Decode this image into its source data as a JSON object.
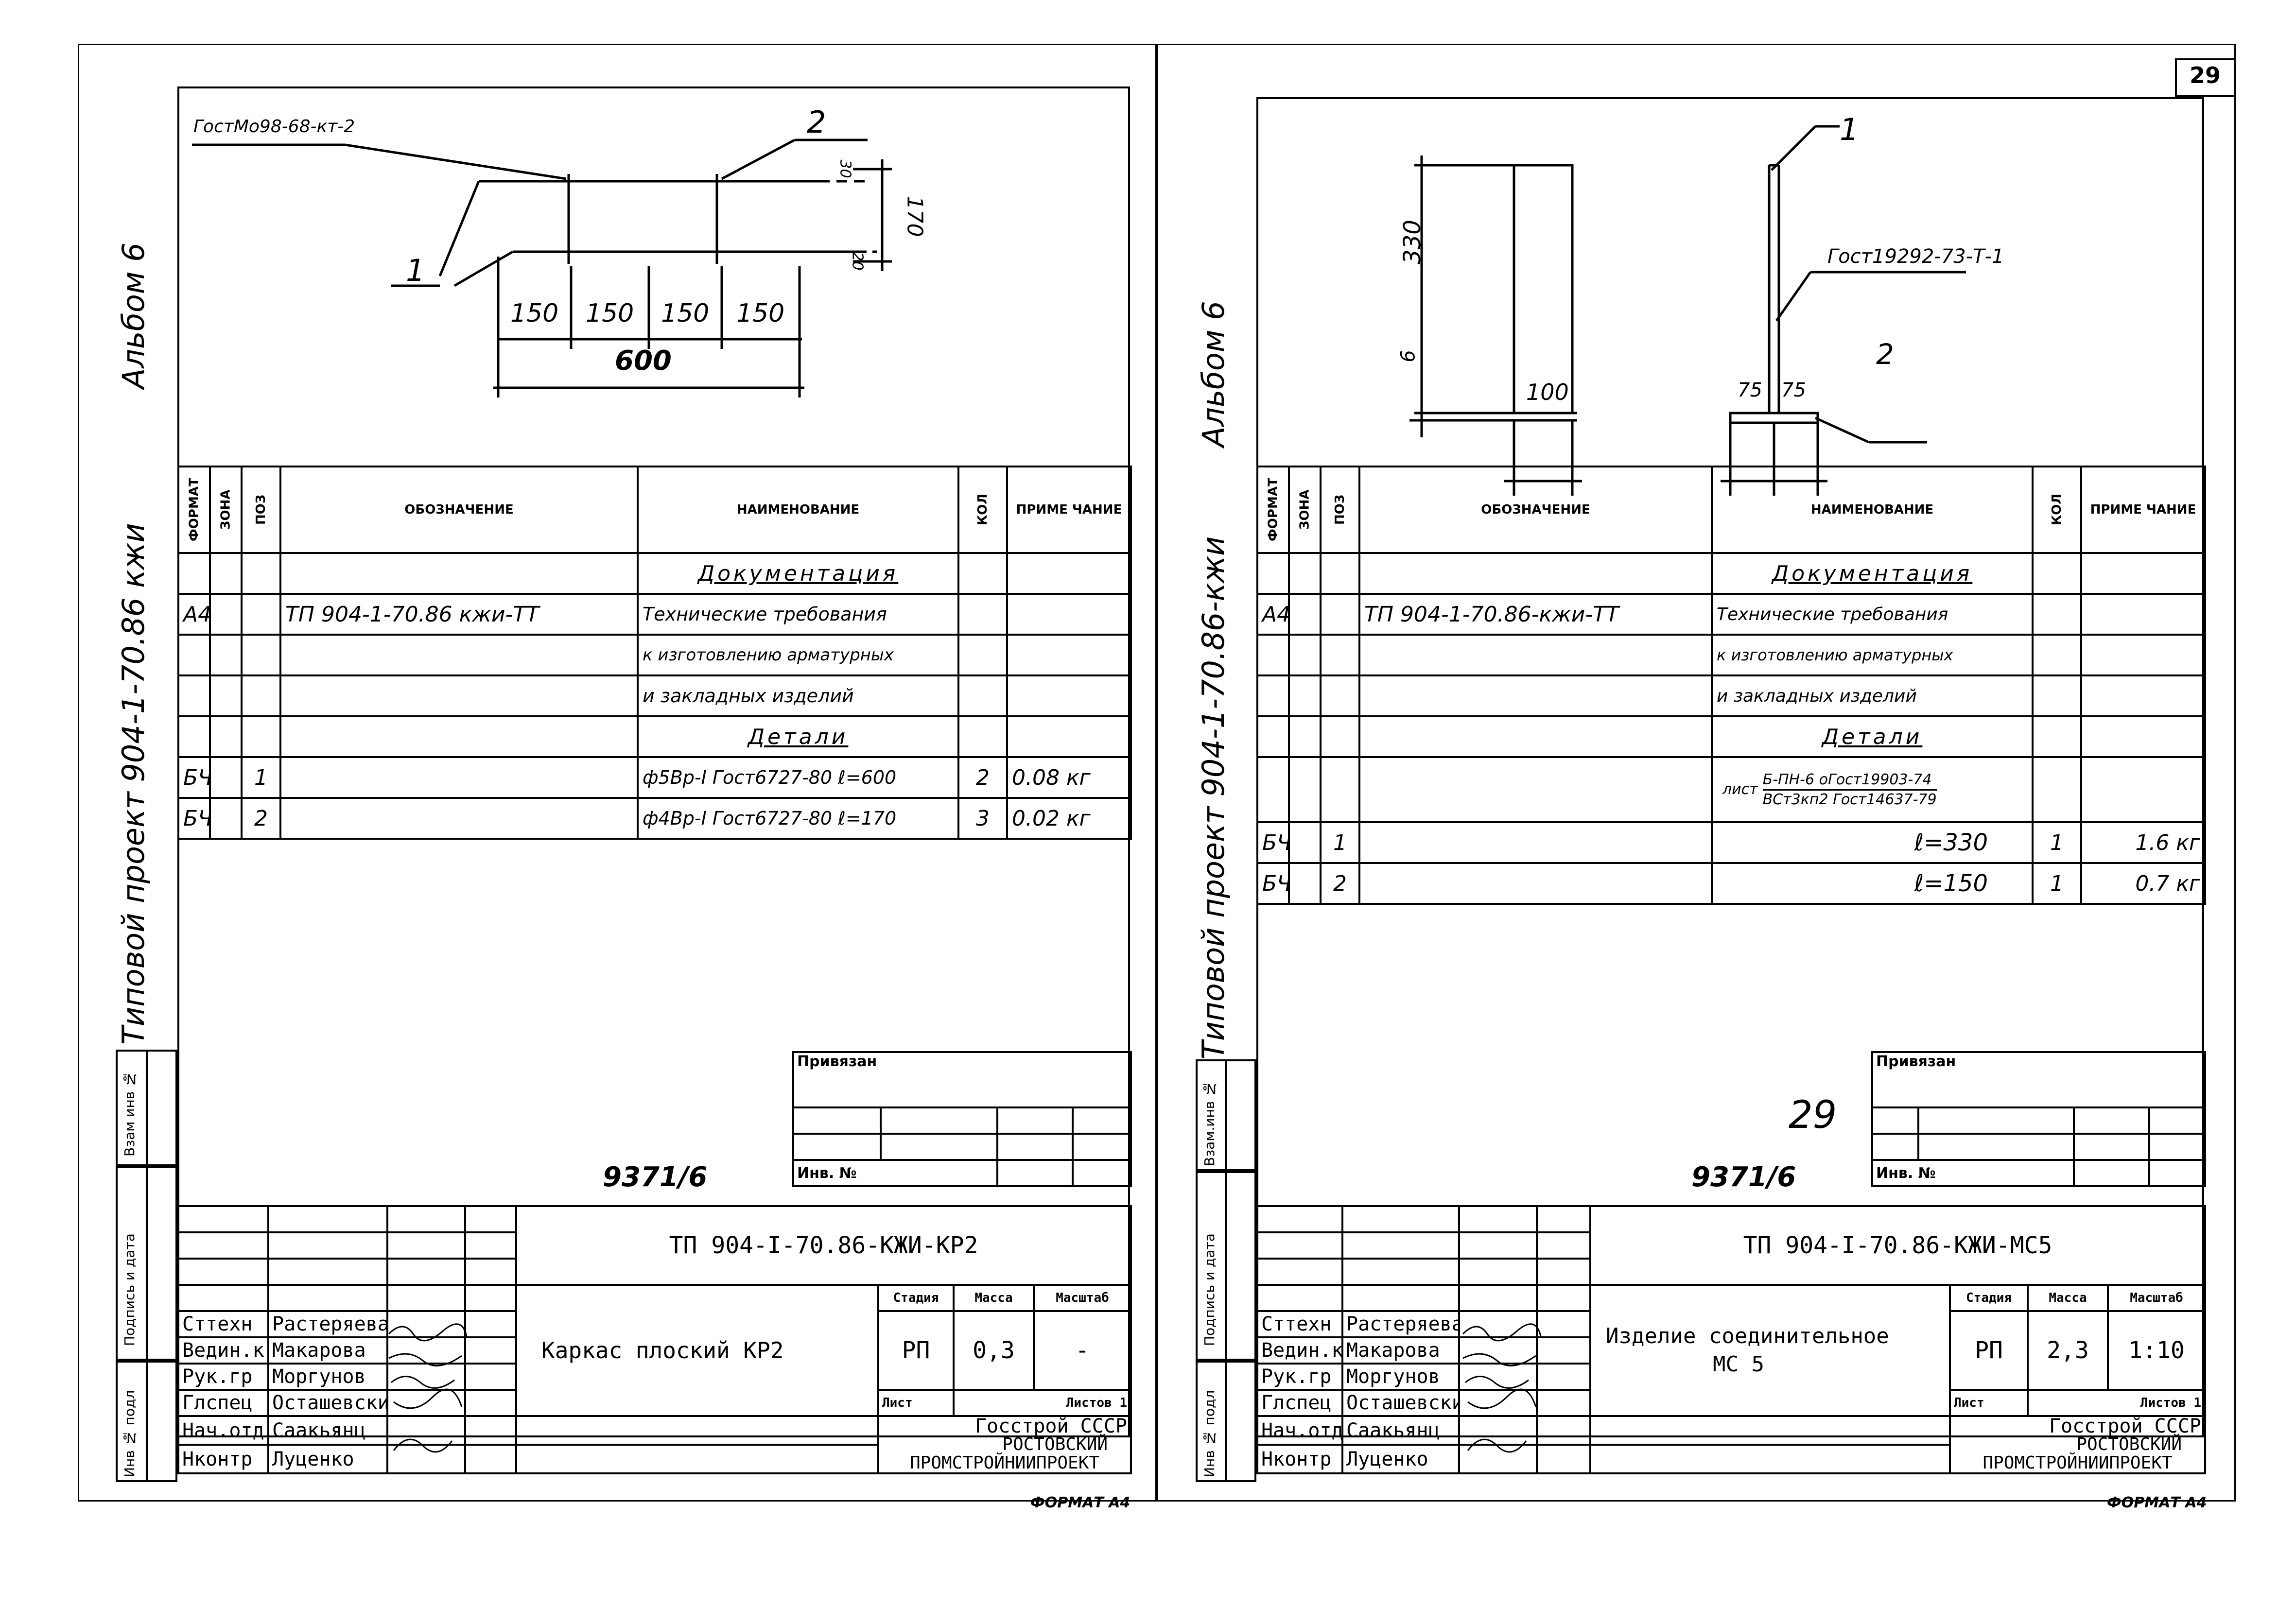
{
  "page_number": "29",
  "left": {
    "side_title": "Типовой проект 904-1-70.86 кжи",
    "album": "Альбом 6",
    "side_labels": [
      "Инв № подл",
      "Подпись и дата",
      "Взам инв №"
    ],
    "drawing": {
      "callout_gost": "ГостМо98-68-кт-2",
      "callout_1": "1",
      "callout_2": "2",
      "dims": [
        "150",
        "150",
        "150",
        "150"
      ],
      "total": "600",
      "height": "170",
      "small_top": "30",
      "small_bot": "20"
    },
    "spec": {
      "headers": [
        "ФОРМАТ",
        "ЗОНА",
        "ПОЗ",
        "ОБОЗНАЧЕНИЕ",
        "НАИМЕНОВАНИЕ",
        "КОЛ",
        "ПРИМЕ ЧАНИЕ"
      ],
      "section_doc": "Документация",
      "rows_doc": [
        {
          "fmt": "А4",
          "code": "ТП 904-1-70.86 кжи-ТТ",
          "name": "Технические требования"
        },
        {
          "name": "к изготовлению арматурных"
        },
        {
          "name": "и закладных изделий"
        }
      ],
      "section_det": "Детали",
      "rows_det": [
        {
          "fmt": "БЧ",
          "pos": "1",
          "name": "ф5Вр-I Гост6727-80 ℓ=600",
          "qty": "2",
          "note": "0.08 кг"
        },
        {
          "fmt": "БЧ",
          "pos": "2",
          "name": "ф4Вр-I Гост6727-80 ℓ=170",
          "qty": "3",
          "note": "0.02 кг"
        }
      ]
    },
    "privyazan": "Привязан",
    "inv_no": "Инв. №",
    "stamp": "9371/6",
    "title_block": {
      "code": "ТП 904-I-70.86-КЖИ-КР2",
      "name": "Каркас плоский КР2",
      "stage_label": "Стадия",
      "mass_label": "Масса",
      "scale_label": "Масштаб",
      "stage": "РП",
      "mass": "0,3",
      "scale": "-",
      "sheet_label": "Лист",
      "sheets_label": "Листов 1",
      "org": [
        "Госстрой СССР",
        "РОСТОВСКИЙ",
        "ПРОМСТРОЙНИИПРОЕКТ"
      ],
      "roles": [
        "Сттехн",
        "Ведин.к",
        "Рук.гр",
        "Глспец",
        "Нач.отд",
        "Нконтр"
      ],
      "people": [
        "Растеряева",
        "Макарова",
        "Моргунов",
        "Осташевский",
        "Саакьянц",
        "Луценко"
      ]
    },
    "format": "ФОРМАТ А4"
  },
  "right": {
    "side_title": "Типовой проект 904-1-70.86-кжи",
    "album": "Альбом 6",
    "side_labels": [
      "Инв № подл",
      "Подпись и дата",
      "Взам.инв №"
    ],
    "drawing": {
      "callout_1": "1",
      "callout_2": "2",
      "callout_gost": "Гост19292-73-Т-1",
      "h330": "330",
      "h6": "6",
      "w100": "100",
      "w75a": "75",
      "w75b": "75"
    },
    "spec": {
      "headers": [
        "ФОРМАТ",
        "ЗОНА",
        "ПОЗ",
        "ОБОЗНАЧЕНИЕ",
        "НАИМЕНОВАНИЕ",
        "КОЛ",
        "ПРИМЕ ЧАНИЕ"
      ],
      "section_doc": "Документация",
      "rows_doc": [
        {
          "fmt": "А4",
          "code": "ТП 904-1-70.86-кжи-ТТ",
          "name": "Технические требования"
        },
        {
          "name": "к изготовлению арматурных"
        },
        {
          "name": "и закладных изделий"
        }
      ],
      "section_det": "Детали",
      "sheet_top": "Б-ПН-6 оГост19903-74",
      "sheet_bot": "ВСт3кп2 Гост14637-79",
      "sheet_prefix": "лист",
      "rows_det": [
        {
          "fmt": "БЧ",
          "pos": "1",
          "name": "ℓ=330",
          "qty": "1",
          "note": "1.6 кг"
        },
        {
          "fmt": "БЧ",
          "pos": "2",
          "name": "ℓ=150",
          "qty": "1",
          "note": "0.7 кг"
        }
      ]
    },
    "privyazan": "Привязан",
    "inv_no": "Инв. №",
    "handnote": "29",
    "stamp": "9371/6",
    "title_block": {
      "code": "ТП 904-I-70.86-КЖИ-МС5",
      "name_1": "Изделие соединительное",
      "name_2": "МС 5",
      "stage_label": "Стадия",
      "mass_label": "Масса",
      "scale_label": "Масштаб",
      "stage": "РП",
      "mass": "2,3",
      "scale": "1:10",
      "sheet_label": "Лист",
      "sheets_label": "Листов 1",
      "org": [
        "Госстрой СССР",
        "РОСТОВСКИЙ",
        "ПРОМСТРОЙНИИПРОЕКТ"
      ],
      "roles": [
        "Сттехн",
        "Ведин.к",
        "Рук.гр",
        "Глспец",
        "Нач.отд",
        "Нконтр"
      ],
      "people": [
        "Растеряева",
        "Макарова",
        "Моргунов",
        "Осташевский",
        "Саакьянц",
        "Луценко"
      ]
    },
    "format": "ФОРМАТ А4"
  }
}
